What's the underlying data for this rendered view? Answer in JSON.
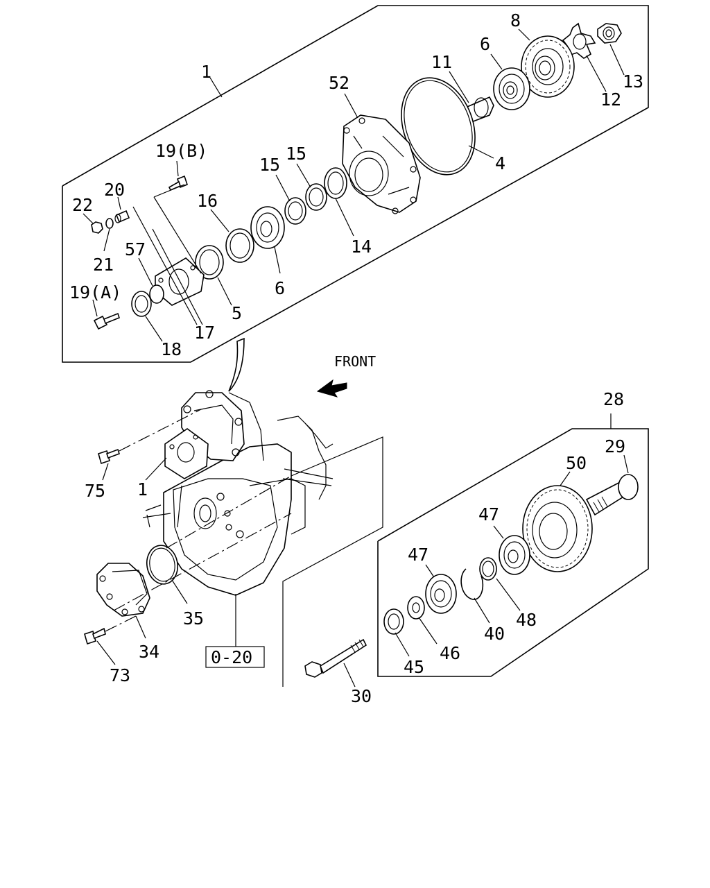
{
  "labels": {
    "assy_top": "1",
    "gear_8": "8",
    "bearing_6a": "6",
    "shaft_11": "11",
    "cover_52": "52",
    "nut_13": "13",
    "washer_12": "12",
    "oring_4": "4",
    "bolt_19b": "19(B)",
    "shim_15a": "15",
    "shim_15b": "15",
    "pin_20": "20",
    "nut_22": "22",
    "seal_16": "16",
    "race_14": "14",
    "washer_21": "21",
    "ring_57": "57",
    "bearing_6b": "6",
    "bolt_19a": "19(A)",
    "seal_5": "5",
    "flange_17": "17",
    "seal_18": "18",
    "front_text": "FRONT",
    "assy_28": "28",
    "shaft_29": "29",
    "gear_50": "50",
    "bolt_75": "75",
    "assy_1": "1",
    "bearing_47a": "47",
    "bearing_47b": "47",
    "ring_48": "48",
    "ring_40": "40",
    "washer_46": "46",
    "race_45": "45",
    "oring_35": "35",
    "cover_34": "34",
    "bolt_73": "73",
    "ref_box": "0-20",
    "bolt_30": "30"
  }
}
